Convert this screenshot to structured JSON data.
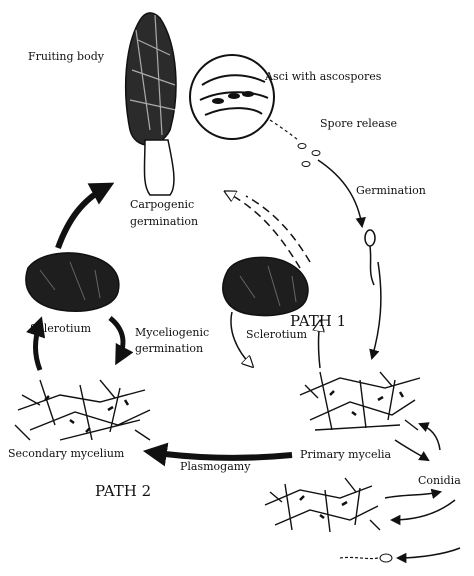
{
  "labels": {
    "fruiting_body": "Fruiting body",
    "asci": "Asci with ascospores",
    "spore_release": "Spore release",
    "germination": "Germination",
    "carpogenic_1": "Carpogenic",
    "carpogenic_2": "germination",
    "sclerotium_left": "Sclerotium",
    "myceliogenic_1": "Myceliogenic",
    "myceliogenic_2": "germination",
    "sclerotium_center": "Sclerotium",
    "path1": "PATH 1",
    "primary_mycelia": "Primary mycelia",
    "secondary_mycelium": "Secondary mycelium",
    "plasmogamy": "Plasmogamy",
    "path2": "PATH 2",
    "conidia": "Conidia"
  },
  "colors": {
    "ink": "#111111",
    "background": "#ffffff"
  }
}
